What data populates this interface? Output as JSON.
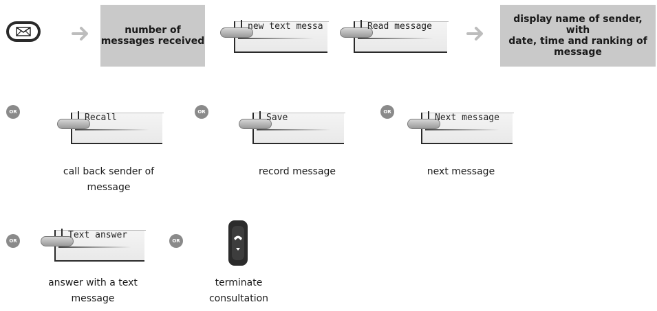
{
  "steps": {
    "envelope_icon": "envelope-icon",
    "info_messages_received": [
      "number of",
      "messages received"
    ],
    "info_sender_details": [
      "display name of sender, with",
      "date, time and ranking of",
      "message"
    ]
  },
  "keys": {
    "new_text_message": "new text messa",
    "read_message": "Read message",
    "recall": "Recall",
    "save": "Save",
    "next_message": "Next message",
    "text_answer": "Text answer"
  },
  "or_label": "OR",
  "captions": {
    "recall": [
      "call back sender of",
      "message"
    ],
    "save": [
      "record message"
    ],
    "next": [
      "next message"
    ],
    "text_answer": [
      "answer with a text",
      "message"
    ],
    "terminate": [
      "terminate",
      "consultation"
    ]
  },
  "colors": {
    "info_box": "#c9c9c9",
    "or_badge": "#8a8a8a",
    "arrow": "#bdbdbd",
    "key_border": "#2a2a2a"
  }
}
